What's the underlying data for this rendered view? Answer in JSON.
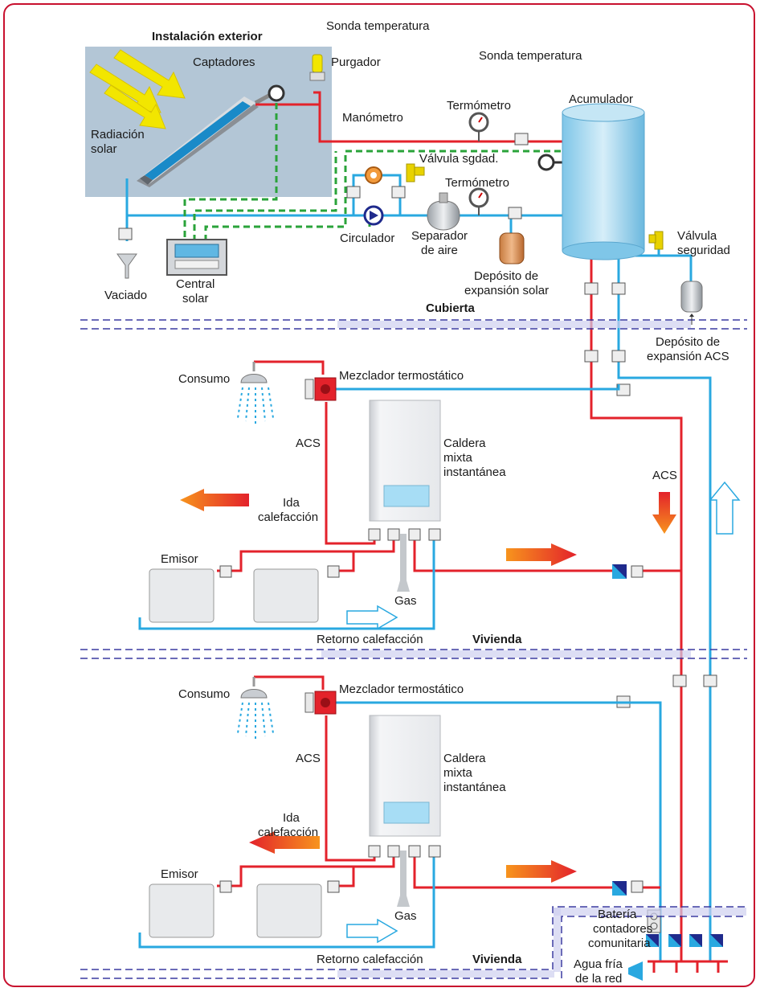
{
  "labels": {
    "instalacion_exterior": "Instalación exterior",
    "sonda_temperatura_1": "Sonda temperatura",
    "captadores": "Captadores",
    "purgador": "Purgador",
    "radiacion_1": "Radiación",
    "radiacion_2": "solar",
    "sonda_temperatura_2": "Sonda temperatura",
    "acumulador": "Acumulador",
    "termometro_1": "Termómetro",
    "manometro": "Manómetro",
    "valvula_sgdad": "Válvula sgdad.",
    "termometro_2": "Termómetro",
    "circulador": "Circulador",
    "separador_1": "Separador",
    "separador_2": "de aire",
    "vaciado": "Vaciado",
    "central_1": "Central",
    "central_2": "solar",
    "dep_solar_1": "Depósito de",
    "dep_solar_2": "expansión solar",
    "valvula_seg_1": "Válvula",
    "valvula_seg_2": "seguridad",
    "cubierta": "Cubierta",
    "dep_acs_1": "Depósito de",
    "dep_acs_2": "expansión ACS"
  },
  "floor_1": {
    "consumo": "Consumo",
    "mezclador": "Mezclador termostático",
    "acs_left": "ACS",
    "caldera_1": "Caldera",
    "caldera_2": "mixta",
    "caldera_3": "instantánea",
    "acs_right": "ACS",
    "ida_1": "Ida",
    "ida_2": "calefacción",
    "emisor": "Emisor",
    "gas": "Gas",
    "retorno": "Retorno calefacción",
    "vivienda": "Vivienda"
  },
  "floor_2": {
    "consumo": "Consumo",
    "mezclador": "Mezclador termostático",
    "acs_left": "ACS",
    "caldera_1": "Caldera",
    "caldera_2": "mixta",
    "caldera_3": "instantánea",
    "ida_1": "Ida",
    "ida_2": "calefacción",
    "emisor": "Emisor",
    "gas": "Gas",
    "retorno": "Retorno calefacción",
    "vivienda": "Vivienda",
    "bateria_1": "Batería",
    "bateria_2": "contadores",
    "bateria_3": "comunitaria",
    "agua_1": "Agua fría",
    "agua_2": "de la red"
  },
  "colors": {
    "hot_pipe": "#e3222b",
    "cold_pipe": "#29a8e0",
    "control_line": "#2aa33a",
    "panel_bg": "#b3c6d6",
    "floor_divider": "#3a3aa0"
  }
}
